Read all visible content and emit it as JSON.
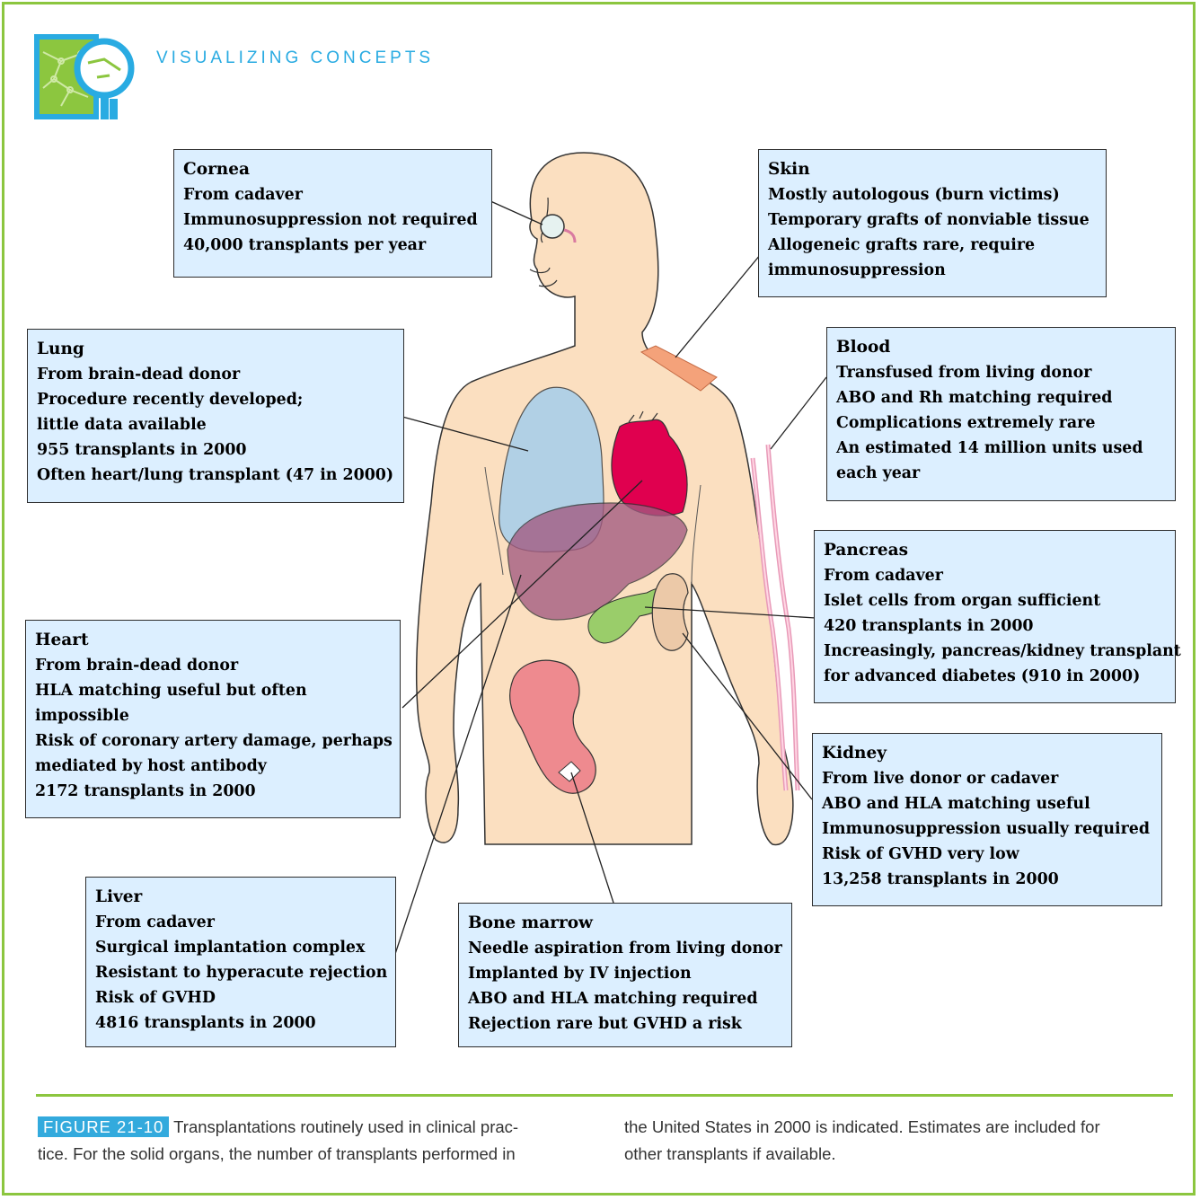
{
  "header": {
    "label": "VISUALIZING CONCEPTS",
    "logo_icon": "magnifier-network-icon"
  },
  "boxes": {
    "cornea": {
      "title": "Cornea",
      "lines": [
        "From cadaver",
        "Immunosuppression not required",
        "40,000 transplants per year"
      ]
    },
    "skin": {
      "title": "Skin",
      "lines": [
        "Mostly autologous (burn victims)",
        "Temporary grafts of nonviable tissue",
        "Allogeneic grafts rare, require",
        "immunosuppression"
      ]
    },
    "lung": {
      "title": "Lung",
      "lines": [
        "From brain-dead donor",
        "Procedure recently developed;",
        "little data available",
        "955 transplants in 2000",
        "Often heart/lung transplant (47 in 2000)"
      ]
    },
    "blood": {
      "title": "Blood",
      "lines": [
        "Transfused from living donor",
        "ABO and Rh matching required",
        "Complications extremely rare",
        "An estimated 14 million units used",
        "each year"
      ]
    },
    "pancreas": {
      "title": "Pancreas",
      "lines": [
        "From cadaver",
        "Islet cells from organ sufficient",
        "420 transplants in 2000",
        "Increasingly, pancreas/kidney transplant",
        "for advanced diabetes (910 in 2000)"
      ]
    },
    "heart": {
      "title": "Heart",
      "lines": [
        "From brain-dead donor",
        "HLA matching useful but often",
        "impossible",
        "Risk of coronary artery damage, perhaps",
        "mediated by host antibody",
        "2172 transplants in 2000"
      ]
    },
    "kidney": {
      "title": "Kidney",
      "lines": [
        "From live donor or cadaver",
        "ABO and HLA matching useful",
        "Immunosuppression usually required",
        "Risk of GVHD very low",
        "13,258 transplants in 2000"
      ]
    },
    "liver": {
      "title": "Liver",
      "lines": [
        "From cadaver",
        "Surgical implantation complex",
        "Resistant to hyperacute rejection",
        "Risk of GVHD",
        "4816 transplants in 2000"
      ]
    },
    "bone_marrow": {
      "title": "Bone marrow",
      "lines": [
        "Needle aspiration from living donor",
        "Implanted by IV injection",
        "ABO and HLA matching required",
        "Rejection rare but GVHD a risk"
      ]
    }
  },
  "caption": {
    "figure_label": "FIGURE 21-10",
    "col1_line1": "Transplantations routinely used in clinical prac-",
    "col1_line2": "tice. For the solid organs, the number of transplants performed in",
    "col2_line1": "the United States in 2000 is indicated. Estimates are included for",
    "col2_line2": "other transplants if available."
  },
  "colors": {
    "frame": "#8cc63f",
    "accent_blue": "#29abe2",
    "box_fill": "#dcefff",
    "skin": "#fbdfc0",
    "heart": "#e0004f",
    "lung": "#aacfea",
    "liver": "#b07090",
    "pancreas": "#9acd6a",
    "kidney": "#ecc9a8",
    "bone": "#ee8a8f",
    "skin_graft": "#f4a27a"
  }
}
